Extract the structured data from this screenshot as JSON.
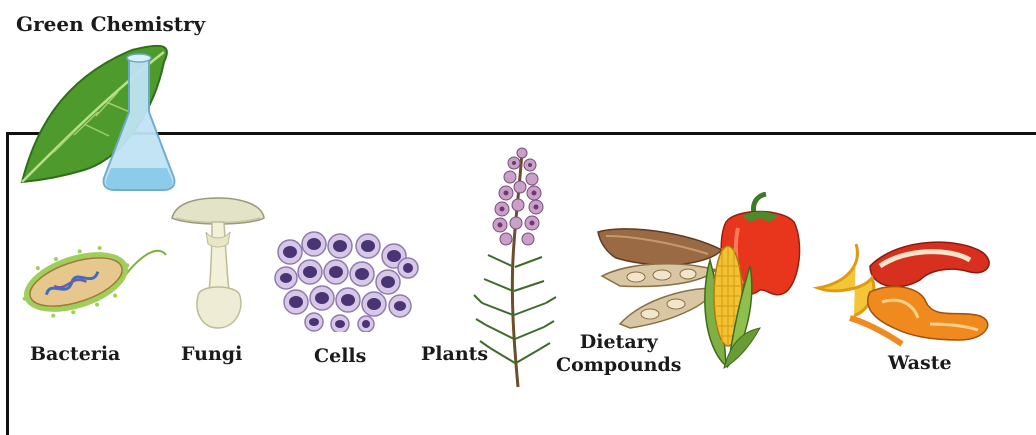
{
  "title": "Green Chemistry",
  "sources": [
    {
      "id": "bacteria",
      "label": "Bacteria"
    },
    {
      "id": "fungi",
      "label": "Fungi"
    },
    {
      "id": "cells",
      "label": "Cells"
    },
    {
      "id": "plants",
      "label": "Plants"
    },
    {
      "id": "dietary",
      "label_line1": "Dietary",
      "label_line2": "Compounds"
    },
    {
      "id": "waste",
      "label": "Waste"
    }
  ],
  "icons": [
    "leaf-flask-icon",
    "bacteria-icon",
    "mushroom-icon",
    "cells-icon",
    "plant-icon",
    "pepper-icon",
    "cassava-icon",
    "bean-pod-icon",
    "corn-icon",
    "fruit-peel-icon"
  ]
}
